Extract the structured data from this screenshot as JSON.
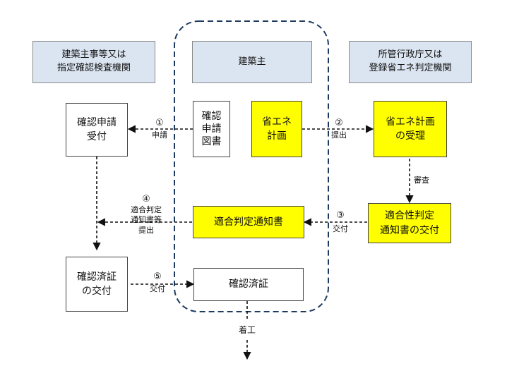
{
  "columns": {
    "left_header": [
      "建築主事等又は",
      "指定確認検査機関"
    ],
    "center_header": [
      "建築主"
    ],
    "right_header": [
      "所管行政庁又は",
      "登録省エネ判定機関"
    ]
  },
  "boxes": {
    "confirm_application_receipt": [
      "確認申請",
      "受付"
    ],
    "confirm_application_drawings": [
      "確認",
      "申請",
      "図書"
    ],
    "energy_plan": [
      "省エネ",
      "計画"
    ],
    "energy_plan_receipt": [
      "省エネ計画",
      "の受理"
    ],
    "conformity_notice": [
      "適合判定通知書"
    ],
    "conformity_notice_issue": [
      "適合性判定",
      "通知書の交付"
    ],
    "certificate_issue": [
      "確認済証",
      "の交付"
    ],
    "certificate": [
      "確認済証"
    ]
  },
  "steps": {
    "s1": {
      "num": "①",
      "label": [
        "申請"
      ]
    },
    "s2": {
      "num": "②",
      "label": [
        "提出"
      ]
    },
    "s3": {
      "num": "③",
      "label": [
        "交付"
      ]
    },
    "s4": {
      "num": "④",
      "label": [
        "適合判定",
        "通知書等",
        "提出"
      ]
    },
    "s5": {
      "num": "⑤",
      "label": [
        "交付"
      ]
    }
  },
  "labels": {
    "review": "審査",
    "construction_start": "着工"
  },
  "colors": {
    "header_fill": "#dbe5f1",
    "highlight_fill": "#ffff00",
    "boundary_stroke": "#1f3a5f",
    "arrow": "#111111"
  }
}
